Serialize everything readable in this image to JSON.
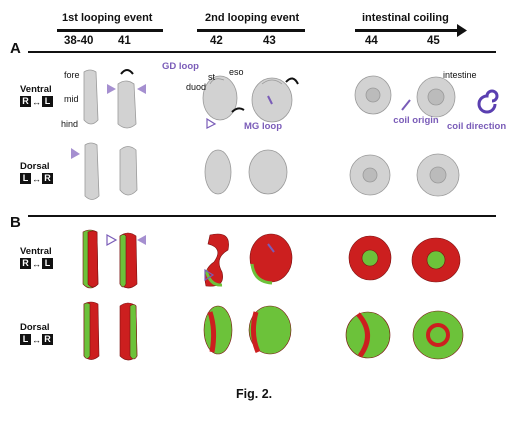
{
  "events": {
    "first": "1st looping event",
    "second": "2nd looping event",
    "third": "intestinal coiling"
  },
  "stages": [
    "38-40",
    "41",
    "42",
    "43",
    "44",
    "45"
  ],
  "panels": {
    "a": "A",
    "b": "B"
  },
  "rows": {
    "ventral": "Ventral",
    "dorsal": "Dorsal"
  },
  "orientation": {
    "ventral": {
      "left": "R",
      "right": "L"
    },
    "dorsal": {
      "left": "L",
      "right": "R"
    }
  },
  "annotations": {
    "fore": "fore",
    "mid": "mid",
    "hind": "hind",
    "gd_loop": "GD loop",
    "st": "st",
    "eso": "eso",
    "duod": "duod",
    "mg_loop": "MG loop",
    "intestine": "intestine",
    "coil_origin": "coil origin",
    "coil_direction": "coil direction"
  },
  "caption": "Fig. 2.",
  "colors": {
    "gray": "#cfcfcf",
    "red": "#cc1f1f",
    "green": "#6cc23a",
    "purple": "#7a5cb8"
  }
}
